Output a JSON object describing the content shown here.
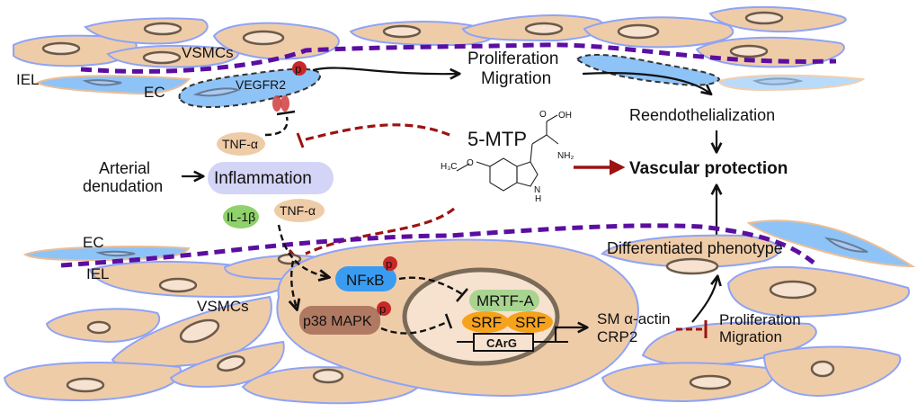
{
  "diagram": {
    "title": "5-MTP vascular protection mechanism",
    "colors": {
      "vsmc_fill": "#efcca8",
      "vsmc_outline": "#8fa3f5",
      "nucleus_fill": "#f7e2cf",
      "endothelial_cell": "#8ec3f7",
      "iel_line": "#5b0ea0",
      "inhibition_red": "#9c1313",
      "inflammation_box": "#d4d4f7",
      "tnf_alpha": "#efcca8",
      "il1b": "#8fd16a",
      "nfkb": "#3a9cf0",
      "p38": "#b07a62",
      "mrtf": "#a8d490",
      "srf": "#f7a21c",
      "phospho": "#c82828",
      "vegfr2": "#d03c3c"
    },
    "upper": {
      "iel_label": "IEL",
      "vsmcs_label": "VSMCs",
      "ec_label": "EC",
      "vegfr2_label": "VEGFR2",
      "phospho_label": "p",
      "prolif_label": "Proliferation",
      "migration_label": "Migration",
      "reendo_label": "Reendothelialization"
    },
    "middle": {
      "tnf_top_label": "TNF-α",
      "arterial_line1": "Arterial",
      "arterial_line2": "denudation",
      "inflammation_label": "Inflammation",
      "il1b_label": "IL-1β",
      "tnf_bottom_label": "TNF-α",
      "mtp_label": "5-MTP",
      "chem_oh": "OH",
      "chem_o": "O",
      "chem_nh2": "NH₂",
      "chem_h3co": "H₃C",
      "chem_o2": "O",
      "chem_n": "N",
      "chem_h": "H",
      "vascular_protection": "Vascular protection"
    },
    "lower": {
      "ec_label": "EC",
      "iel_label": "IEL",
      "vsmcs_label": "VSMCs",
      "nfkb_label": "NFκB",
      "p38_label": "p38 MAPK",
      "phospho_label": "p",
      "mrtf_label": "MRTF-A",
      "srf1_label": "SRF",
      "srf2_label": "SRF",
      "carg_label": "CArG",
      "sm_actin_label": "SM α-actin",
      "crp2_label": "CRP2",
      "differentiated_label": "Differentiated phenotype",
      "prolif_label": "Proliferation",
      "migration_label": "Migration"
    }
  }
}
